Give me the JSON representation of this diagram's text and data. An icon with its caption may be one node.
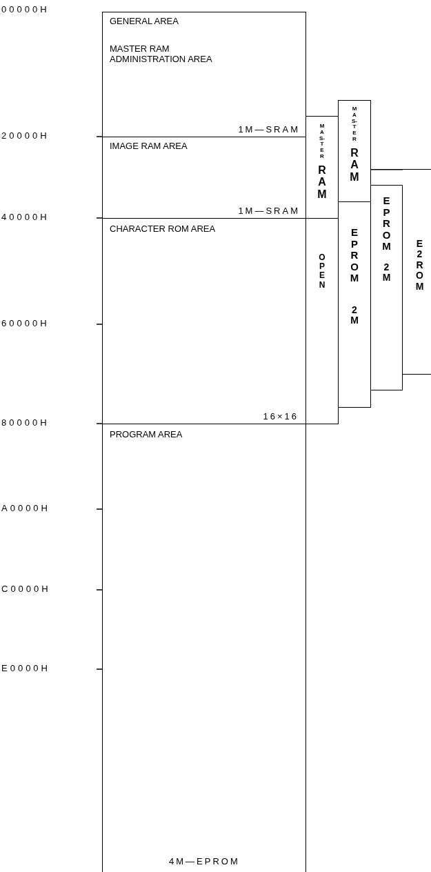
{
  "diagram": {
    "nodes": [
      {
        "text": [
          "GENERAL AREA",
          "MASTER RAM ADMINISTRATION AREA",
          "1M—SRAM"
        ]
      },
      {
        "text": [
          "IMAGE RAM AREA",
          "1M—SRAM"
        ]
      },
      {
        "text": [
          "CHARACTER ROM AREA",
          "16×16"
        ]
      },
      {
        "text": [
          "PROGRAM AREA",
          "4M—EPROM"
        ]
      },
      {
        "text": [
          "MAS-TER",
          "RAM"
        ]
      },
      {
        "text": [
          "OPEN"
        ]
      },
      {
        "text": [
          "MAS-TER",
          "RAM"
        ]
      },
      {
        "text": [
          "EPROM",
          "2M"
        ]
      },
      {
        "text": [
          "E2ROM"
        ]
      },
      {
        "text": [
          "EPROM",
          "2M"
        ]
      }
    ],
    "edges": [],
    "labels": [
      "00000H",
      "20000H",
      "40000H",
      "60000H",
      "80000H",
      "A0000H",
      "C0000H",
      "E0000H"
    ]
  }
}
